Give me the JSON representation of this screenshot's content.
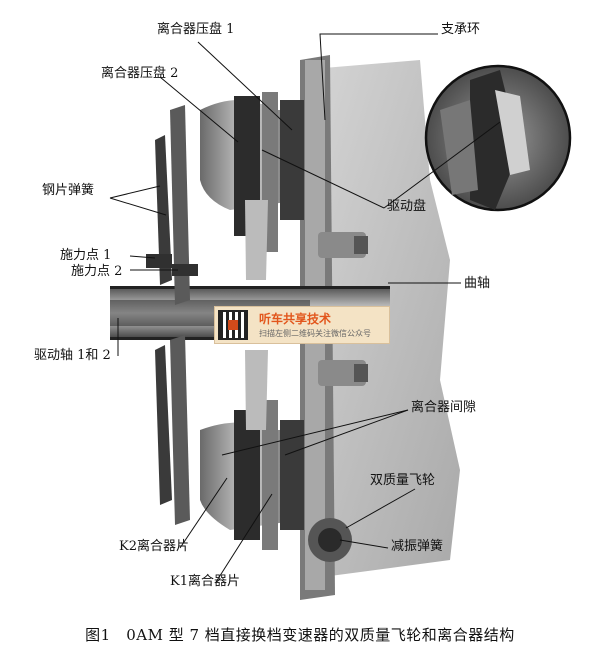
{
  "labels": {
    "pressure_plate_1": "离合器压盘 1",
    "pressure_plate_2": "离合器压盘 2",
    "support_ring": "支承环",
    "leaf_spring": "钢片弹簧",
    "drive_plate": "驱动盘",
    "force_point_1": "施力点 1",
    "force_point_2": "施力点 2",
    "crankshaft": "曲轴",
    "drive_shaft": "驱动轴 1和 2",
    "clutch_gap": "离合器间隙",
    "dual_mass_flywheel": "双质量飞轮",
    "k2_clutch": "K2离合器片",
    "damper_spring": "减振弹簧",
    "k1_clutch": "K1离合器片"
  },
  "watermark": {
    "title": "听车共享技术",
    "subtitle": "扫描左侧二维码关注微信公众号"
  },
  "caption": "图1　0AM 型 7 档直接换档变速器的双质量飞轮和离合器结构"
}
